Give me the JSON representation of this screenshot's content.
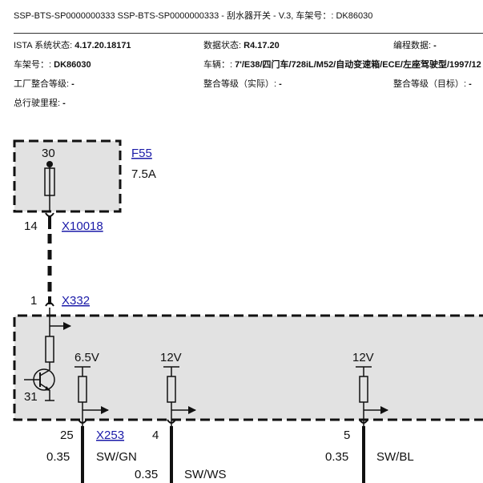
{
  "header": {
    "title": "SSP-BTS-SP0000000333 SSP-BTS-SP0000000333 - 刮水器开关 - V.3, 车架号：: DK86030"
  },
  "info": {
    "ista_label": "ISTA 系统状态: ",
    "ista_value": "4.17.20.18171",
    "data_status_label": "数据状态: ",
    "data_status_value": "R4.17.20",
    "prog_data_label": "编程数据: ",
    "prog_data_value": "-",
    "vin_label": "车架号：: ",
    "vin_value": "DK86030",
    "vehicle_label": "车辆：: ",
    "vehicle_value": "7'/E38/四门车/728iL/M52/自动变速箱/ECE/左座驾驶型/1997/12",
    "factory_level_label": "工厂整合等级: ",
    "factory_level_value": "-",
    "actual_level_label": "整合等级（实际）: ",
    "actual_level_value": "-",
    "target_level_label": "整合等级（目标）: ",
    "target_level_value": "-",
    "mileage_label": "总行驶里程: ",
    "mileage_value": "-"
  },
  "diagram": {
    "fuse_pin": "30",
    "fuse_name": "F55",
    "fuse_rating": "7.5A",
    "connector1_pin": "14",
    "connector1_name": "X10018",
    "connector2_pin": "1",
    "connector2_name": "X332",
    "transistor_pin": "31",
    "v1": "6.5V",
    "v2": "12V",
    "v3": "12V",
    "pin_a": "25",
    "connector3_name": "X253",
    "pin_b": "4",
    "pin_c": "5",
    "wire_a_size": "0.35",
    "wire_a_color": "SW/GN",
    "wire_b_size": "0.35",
    "wire_b_color": "SW/WS",
    "wire_c_size": "0.35",
    "wire_c_color": "SW/BL"
  },
  "colors": {
    "box_fill": "#e2e2e2",
    "link": "#1a1aa8"
  }
}
